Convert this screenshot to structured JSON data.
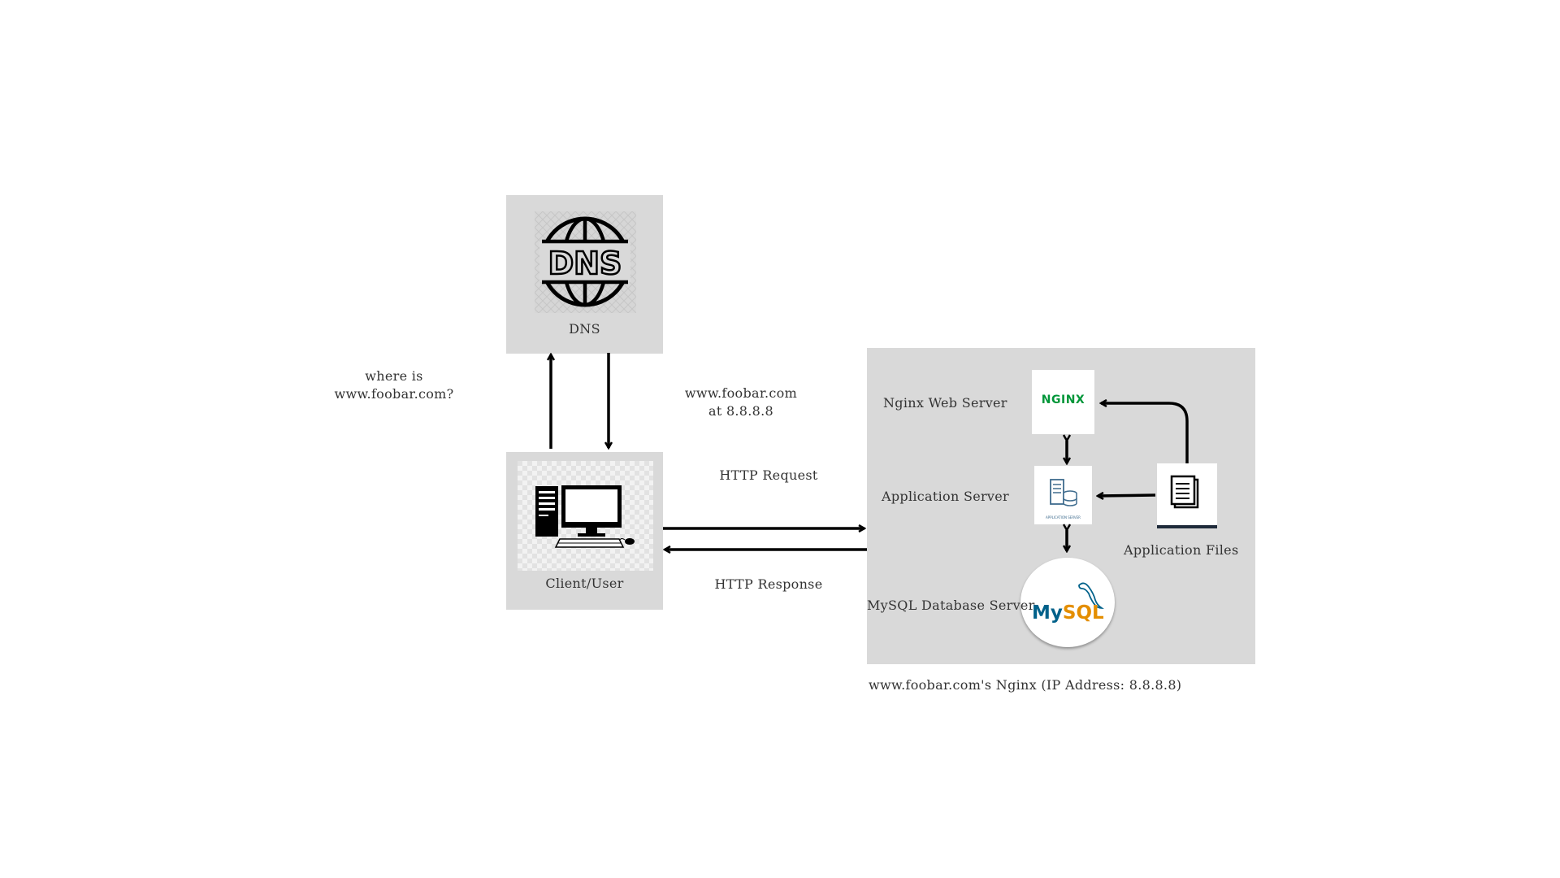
{
  "dns": {
    "label": "DNS",
    "icon": "dns-globe-icon"
  },
  "client": {
    "label": "Client/User",
    "icon": "desktop-computer-icon"
  },
  "annotations": {
    "query_line1": "where is",
    "query_line2": "www.foobar.com?",
    "answer_line1": "www.foobar.com",
    "answer_line2": "at 8.8.8.8",
    "http_request": "HTTP Request",
    "http_response": "HTTP Response"
  },
  "server_stack": {
    "caption": "www.foobar.com's Nginx (IP Address: 8.8.8.8)",
    "nginx": {
      "label": "Nginx Web Server",
      "logo_text": "NGINX",
      "logo_color": "#009639"
    },
    "app_server": {
      "label": "Application Server",
      "icon_caption": "APPLICATION SERVER"
    },
    "mysql": {
      "label": "MySQL Database Server",
      "logo_text_my": "My",
      "logo_text_sql": "SQL",
      "my_color": "#00618a",
      "sql_color": "#e48e00"
    },
    "app_files": {
      "label": "Application Files",
      "icon": "documents-icon"
    }
  },
  "colors": {
    "panel": "#d9d9d9",
    "arrow": "#000000",
    "text": "#333333"
  }
}
